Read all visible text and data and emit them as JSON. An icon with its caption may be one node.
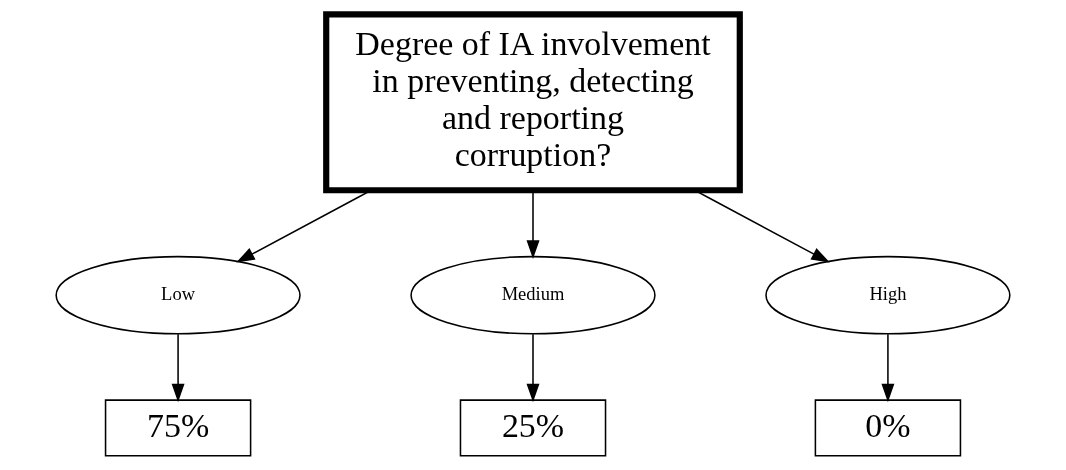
{
  "diagram": {
    "nodes": [
      {
        "text": [
          "Degree of IA involvement in preventing, detecting and reporting corruption?"
        ]
      },
      {
        "text": [
          "Low"
        ]
      },
      {
        "text": [
          "Medium"
        ]
      },
      {
        "text": [
          "High"
        ]
      },
      {
        "text": [
          "75%"
        ]
      },
      {
        "text": [
          "25%"
        ]
      },
      {
        "text": [
          "0%"
        ]
      }
    ],
    "edges": [
      {
        "from": 0,
        "to": 1,
        "arrow": "to"
      },
      {
        "from": 0,
        "to": 2,
        "arrow": "to"
      },
      {
        "from": 0,
        "to": 3,
        "arrow": "to"
      },
      {
        "from": 1,
        "to": 4,
        "arrow": "to"
      },
      {
        "from": 2,
        "to": 5,
        "arrow": "to"
      },
      {
        "from": 3,
        "to": 6,
        "arrow": "to"
      }
    ]
  }
}
